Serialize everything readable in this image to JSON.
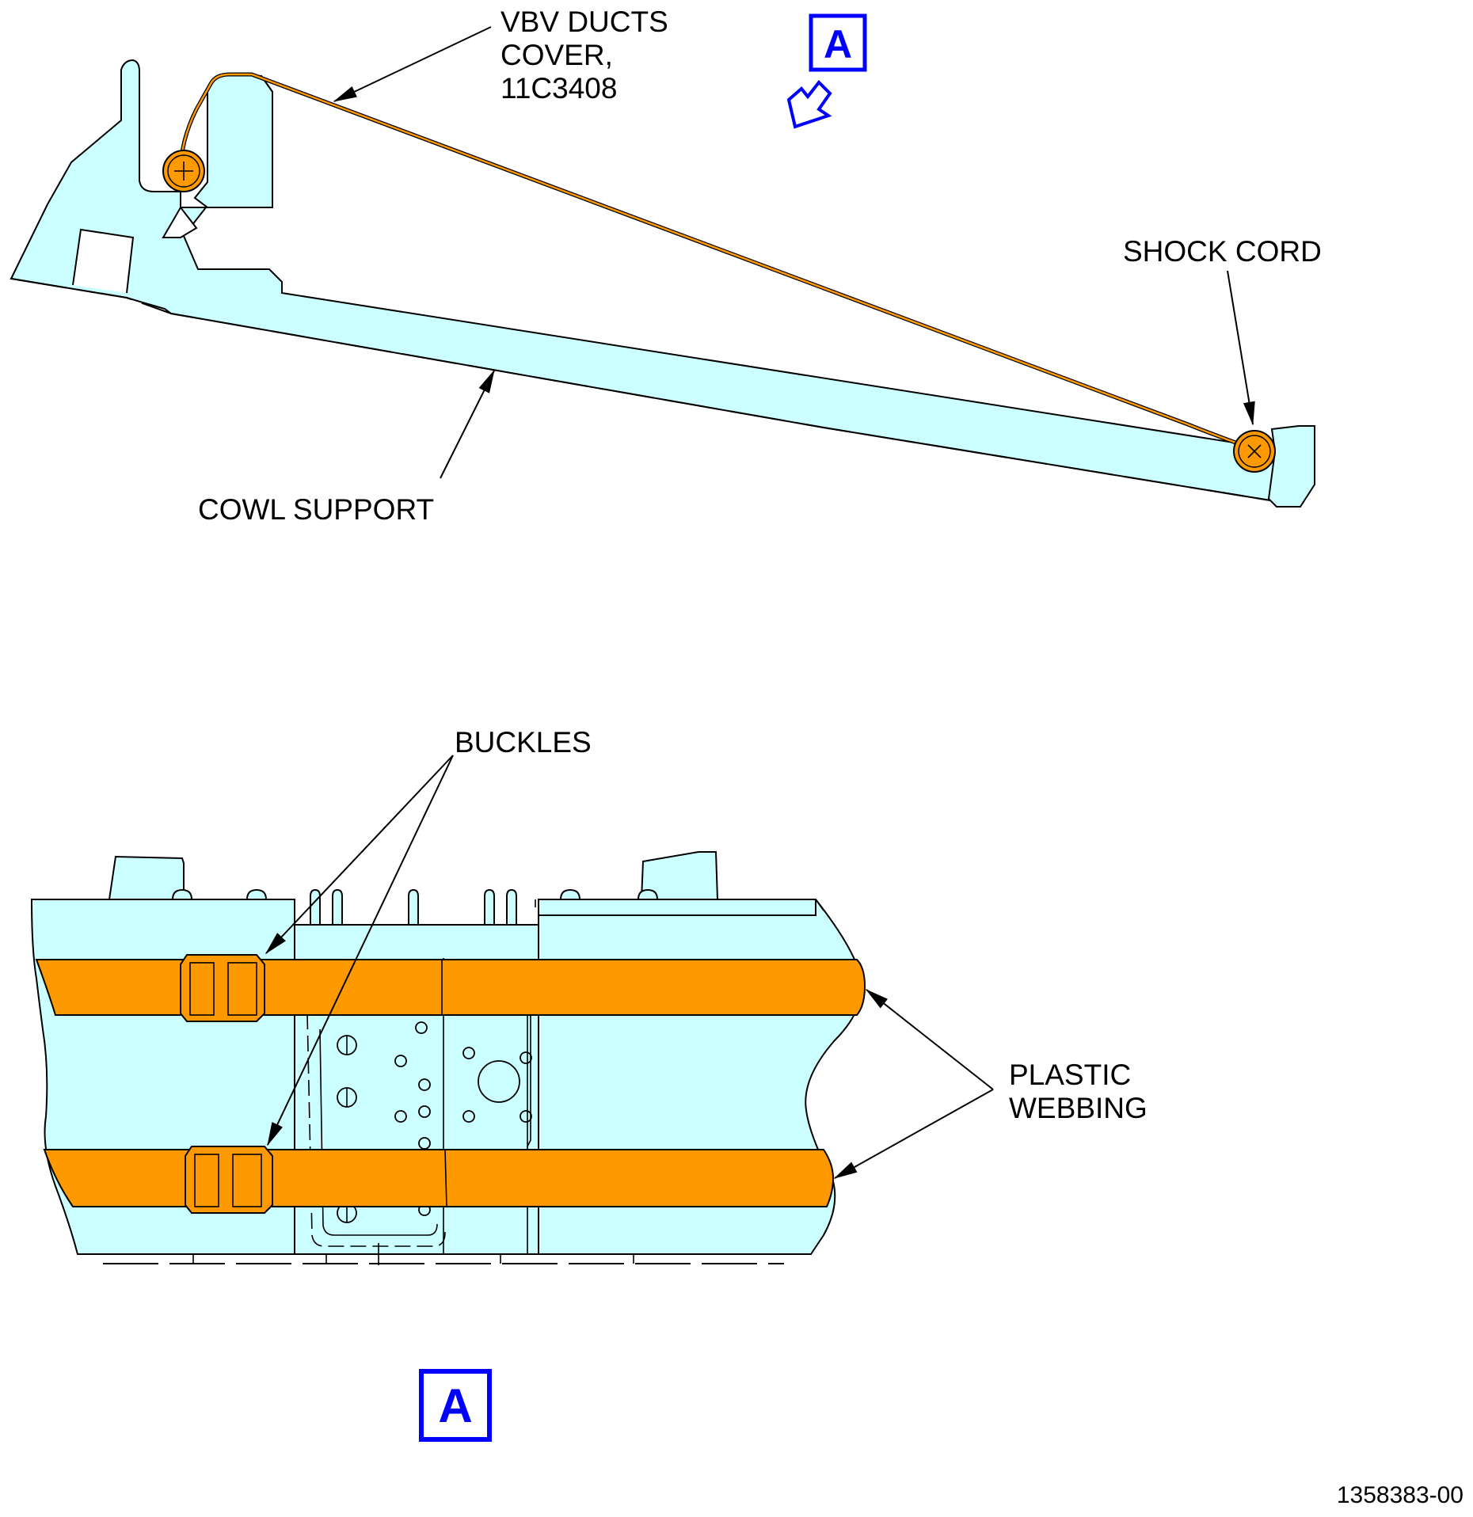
{
  "labels": {
    "vbv_line1": "VBV DUCTS",
    "vbv_line2": "COVER,",
    "vbv_line3": "11C3408",
    "shock_cord": "SHOCK CORD",
    "cowl_support": "COWL SUPPORT",
    "buckles": "BUCKLES",
    "plastic_line1": "PLASTIC",
    "plastic_line2": "WEBBING"
  },
  "view_tags": {
    "top": "A",
    "bottom": "A"
  },
  "figure_number": "1358383-00",
  "colors": {
    "part_fill": "#ccffff",
    "webbing_fill": "#ff9900",
    "view_tag": "#0000ff",
    "line": "#000000"
  }
}
